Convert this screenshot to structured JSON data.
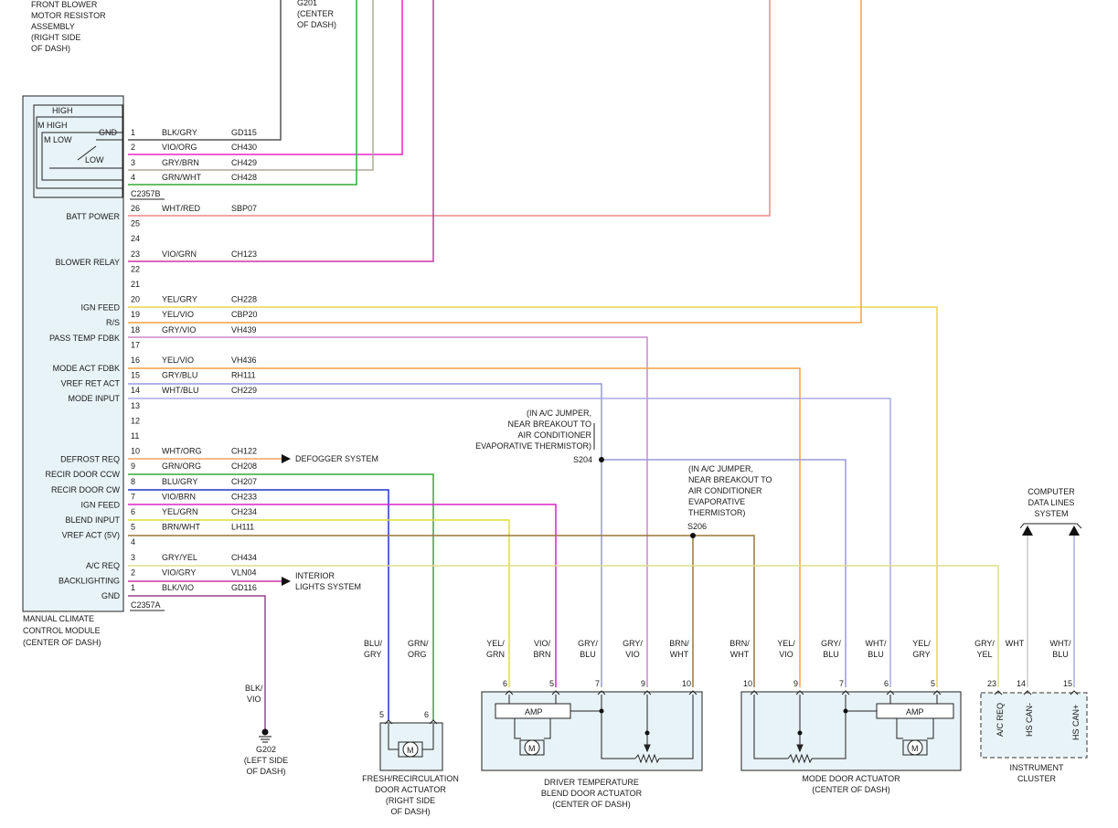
{
  "module": {
    "title_lines": [
      "MANUAL CLIMATE",
      "CONTROL MODULE",
      "(CENTER OF DASH)"
    ],
    "connector_b": "C2357B",
    "connector_a": "C2357A",
    "switch_labels": {
      "high": "HIGH",
      "m_high": "M HIGH",
      "m_low": "M LOW",
      "low": "LOW",
      "gnd": "GND"
    }
  },
  "resistor": {
    "label_lines": [
      "FRONT BLOWER",
      "MOTOR RESISTOR",
      "ASSEMBLY",
      "(RIGHT SIDE",
      "OF DASH)"
    ]
  },
  "splice_g201": {
    "label_lines": [
      "G201",
      "(CENTER",
      "OF DASH)"
    ]
  },
  "pins_b": [
    {
      "pin": "1",
      "wire": "BLK/GRY",
      "circuit": "GD115",
      "color": "#555555"
    },
    {
      "pin": "2",
      "wire": "VIO/ORG",
      "circuit": "CH430",
      "color": "#ee22cc"
    },
    {
      "pin": "3",
      "wire": "GRY/BRN",
      "circuit": "CH429",
      "color": "#b0a898"
    },
    {
      "pin": "4",
      "wire": "GRN/WHT",
      "circuit": "CH428",
      "color": "#33aa33"
    }
  ],
  "pins_main": [
    {
      "pin": "26",
      "label": "BATT POWER",
      "wire": "WHT/RED",
      "circuit": "SBP07",
      "color": "#ee8888"
    },
    {
      "pin": "25",
      "label": "",
      "wire": "",
      "circuit": ""
    },
    {
      "pin": "24",
      "label": "",
      "wire": "",
      "circuit": ""
    },
    {
      "pin": "23",
      "label": "BLOWER RELAY",
      "wire": "VIO/GRN",
      "circuit": "CH123",
      "color": "#cc33aa"
    },
    {
      "pin": "22",
      "label": "",
      "wire": "",
      "circuit": ""
    },
    {
      "pin": "21",
      "label": "",
      "wire": "",
      "circuit": ""
    },
    {
      "pin": "20",
      "label": "IGN FEED",
      "wire": "YEL/GRY",
      "circuit": "CH228",
      "color": "#e6d84a"
    },
    {
      "pin": "19",
      "label": "R/S",
      "wire": "YEL/VIO",
      "circuit": "CBP20",
      "color": "#f2a040"
    },
    {
      "pin": "18",
      "label": "PASS TEMP FDBK",
      "wire": "GRY/VIO",
      "circuit": "VH439",
      "color": "#cc88cc"
    },
    {
      "pin": "17",
      "label": "",
      "wire": "",
      "circuit": ""
    },
    {
      "pin": "16",
      "label": "MODE ACT FDBK",
      "wire": "YEL/VIO",
      "circuit": "VH436",
      "color": "#f2a040"
    },
    {
      "pin": "15",
      "label": "VREF RET ACT",
      "wire": "GRY/BLU",
      "circuit": "RH111",
      "color": "#9999dd"
    },
    {
      "pin": "14",
      "label": "MODE INPUT",
      "wire": "WHT/BLU",
      "circuit": "CH229",
      "color": "#aaaaee"
    },
    {
      "pin": "13",
      "label": "",
      "wire": "",
      "circuit": ""
    },
    {
      "pin": "12",
      "label": "",
      "wire": "",
      "circuit": ""
    },
    {
      "pin": "11",
      "label": "",
      "wire": "",
      "circuit": ""
    },
    {
      "pin": "10",
      "label": "DEFROST REQ",
      "wire": "WHT/ORG",
      "circuit": "CH122",
      "color": "#f2a060"
    },
    {
      "pin": "9",
      "label": "RECIR DOOR CCW",
      "wire": "GRN/ORG",
      "circuit": "CH208",
      "color": "#33aa33"
    },
    {
      "pin": "8",
      "label": "RECIR DOOR CW",
      "wire": "BLU/GRY",
      "circuit": "CH207",
      "color": "#2233cc"
    },
    {
      "pin": "7",
      "label": "IGN FEED",
      "wire": "VIO/BRN",
      "circuit": "CH233",
      "color": "#dd22cc"
    },
    {
      "pin": "6",
      "label": "BLEND INPUT",
      "wire": "YEL/GRN",
      "circuit": "CH234",
      "color": "#dddd33"
    },
    {
      "pin": "5",
      "label": "VREF ACT (5V)",
      "wire": "BRN/WHT",
      "circuit": "LH111",
      "color": "#997733"
    },
    {
      "pin": "4",
      "label": "",
      "wire": "",
      "circuit": ""
    },
    {
      "pin": "3",
      "label": "A/C REQ",
      "wire": "GRY/YEL",
      "circuit": "CH434",
      "color": "#dddd88"
    },
    {
      "pin": "2",
      "label": "BACKLIGHTING",
      "wire": "VIO/GRY",
      "circuit": "VLN04",
      "color": "#cc33aa"
    },
    {
      "pin": "1",
      "label": "GND",
      "wire": "BLK/VIO",
      "circuit": "GD116",
      "color": "#994488"
    }
  ],
  "destinations": {
    "defogger": "DEFOGGER SYSTEM",
    "interior_lines": [
      "INTERIOR",
      "LIGHTS SYSTEM"
    ],
    "s204_note": [
      "(IN A/C JUMPER,",
      "NEAR BREAKOUT TO",
      "AIR CONDITIONER",
      "EVAPORATIVE THERMISTOR)"
    ],
    "s204": "S204",
    "s206_note": [
      "(IN A/C JUMPER,",
      "NEAR BREAKOUT TO",
      "AIR CONDITIONER",
      "EVAPORATIVE",
      "THERMISTOR)"
    ],
    "s206": "S206",
    "computer_lines": [
      "COMPUTER",
      "DATA LINES",
      "SYSTEM"
    ]
  },
  "ground_g202": {
    "wire_lines": [
      "BLK/",
      "VIO"
    ],
    "label_lines": [
      "G202",
      "(LEFT SIDE",
      "OF DASH)"
    ]
  },
  "recirc_actuator": {
    "wires": [
      {
        "lines": [
          "BLU/",
          "GRY"
        ]
      },
      {
        "lines": [
          "GRN/",
          "ORG"
        ]
      }
    ],
    "pins": [
      "5",
      "6"
    ],
    "motor": "M",
    "label_lines": [
      "FRESH/RECIRCULATION",
      "DOOR ACTUATOR",
      "(RIGHT SIDE",
      "OF DASH)"
    ]
  },
  "blend_actuator": {
    "wires": [
      {
        "lines": [
          "YEL/",
          "GRN"
        ]
      },
      {
        "lines": [
          "VIO/",
          "BRN"
        ]
      },
      {
        "lines": [
          "GRY/",
          "BLU"
        ]
      },
      {
        "lines": [
          "GRY/",
          "VIO"
        ]
      },
      {
        "lines": [
          "BRN/",
          "WHT"
        ]
      }
    ],
    "pins": [
      "6",
      "5",
      "7",
      "9",
      "10"
    ],
    "amp": "AMP",
    "motor": "M",
    "label_lines": [
      "DRIVER TEMPERATURE",
      "BLEND DOOR ACTUATOR",
      "(CENTER OF DASH)"
    ]
  },
  "mode_actuator": {
    "wires": [
      {
        "lines": [
          "BRN/",
          "WHT"
        ]
      },
      {
        "lines": [
          "YEL/",
          "VIO"
        ]
      },
      {
        "lines": [
          "GRY/",
          "BLU"
        ]
      },
      {
        "lines": [
          "WHT/",
          "BLU"
        ]
      },
      {
        "lines": [
          "YEL/",
          "GRY"
        ]
      }
    ],
    "pins": [
      "10",
      "9",
      "7",
      "6",
      "5"
    ],
    "amp": "AMP",
    "motor": "M",
    "label_lines": [
      "MODE DOOR ACTUATOR",
      "(CENTER OF DASH)"
    ]
  },
  "cluster": {
    "wires": [
      {
        "lines": [
          "GRY/",
          "YEL"
        ]
      },
      {
        "lines": [
          "WHT"
        ]
      },
      {
        "lines": [
          "WHT/",
          "BLU"
        ]
      }
    ],
    "pins": [
      "23",
      "14",
      "15"
    ],
    "terms": [
      "A/C REQ",
      "HS CAN-",
      "HS CAN+"
    ],
    "label_lines": [
      "INSTRUMENT",
      "CLUSTER"
    ]
  }
}
